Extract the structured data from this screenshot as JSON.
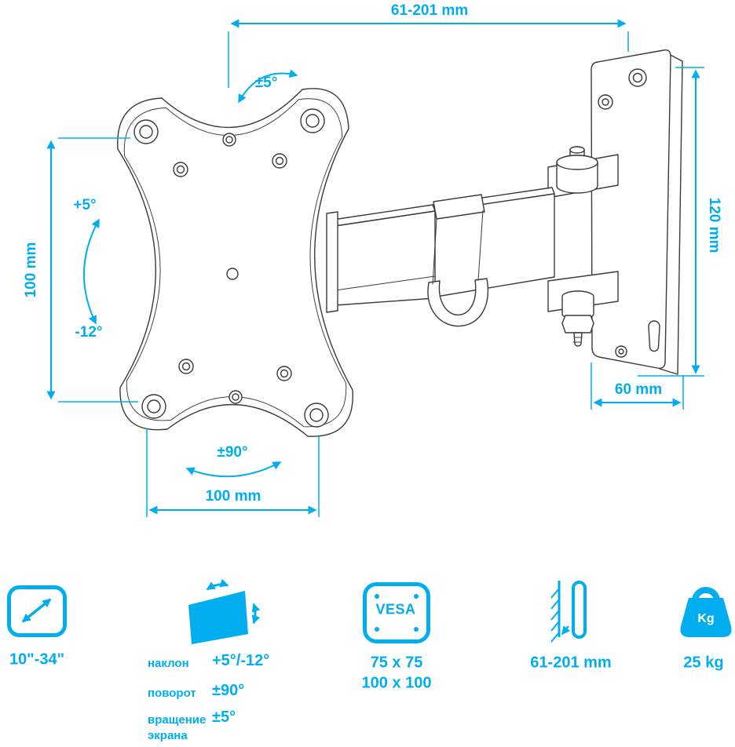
{
  "colors": {
    "accent": "#00AEEF",
    "line": "#3A3A3A",
    "background": "#FFFFFF"
  },
  "drawing": {
    "dim_top_width": "61-201 mm",
    "dim_rotation": "±5°",
    "dim_plate_height": "100 mm",
    "dim_tilt_up": "+5°",
    "dim_tilt_down": "-12°",
    "dim_bracket_height": "120 mm",
    "dim_bracket_depth": "60 mm",
    "dim_swivel": "±90°",
    "dim_plate_width": "100 mm"
  },
  "specs": {
    "screen_size": {
      "icon": "diagonal-size-icon",
      "value": "10\"-34\""
    },
    "movement": {
      "icon": "screen-tilt-icon",
      "rows": [
        {
          "label": "наклон",
          "value": "+5°/-12°"
        },
        {
          "label": "поворот",
          "value": "±90°"
        },
        {
          "label": "вращение экрана",
          "value": "±5°"
        }
      ]
    },
    "vesa": {
      "icon": "vesa-plate-icon",
      "label": "VESA",
      "line1": "75 x 75",
      "line2": "100 x 100"
    },
    "wall_distance": {
      "icon": "wall-distance-icon",
      "value": "61-201 mm"
    },
    "weight": {
      "icon": "kettlebell-icon",
      "unit": "Kg",
      "value": "25 kg"
    }
  }
}
